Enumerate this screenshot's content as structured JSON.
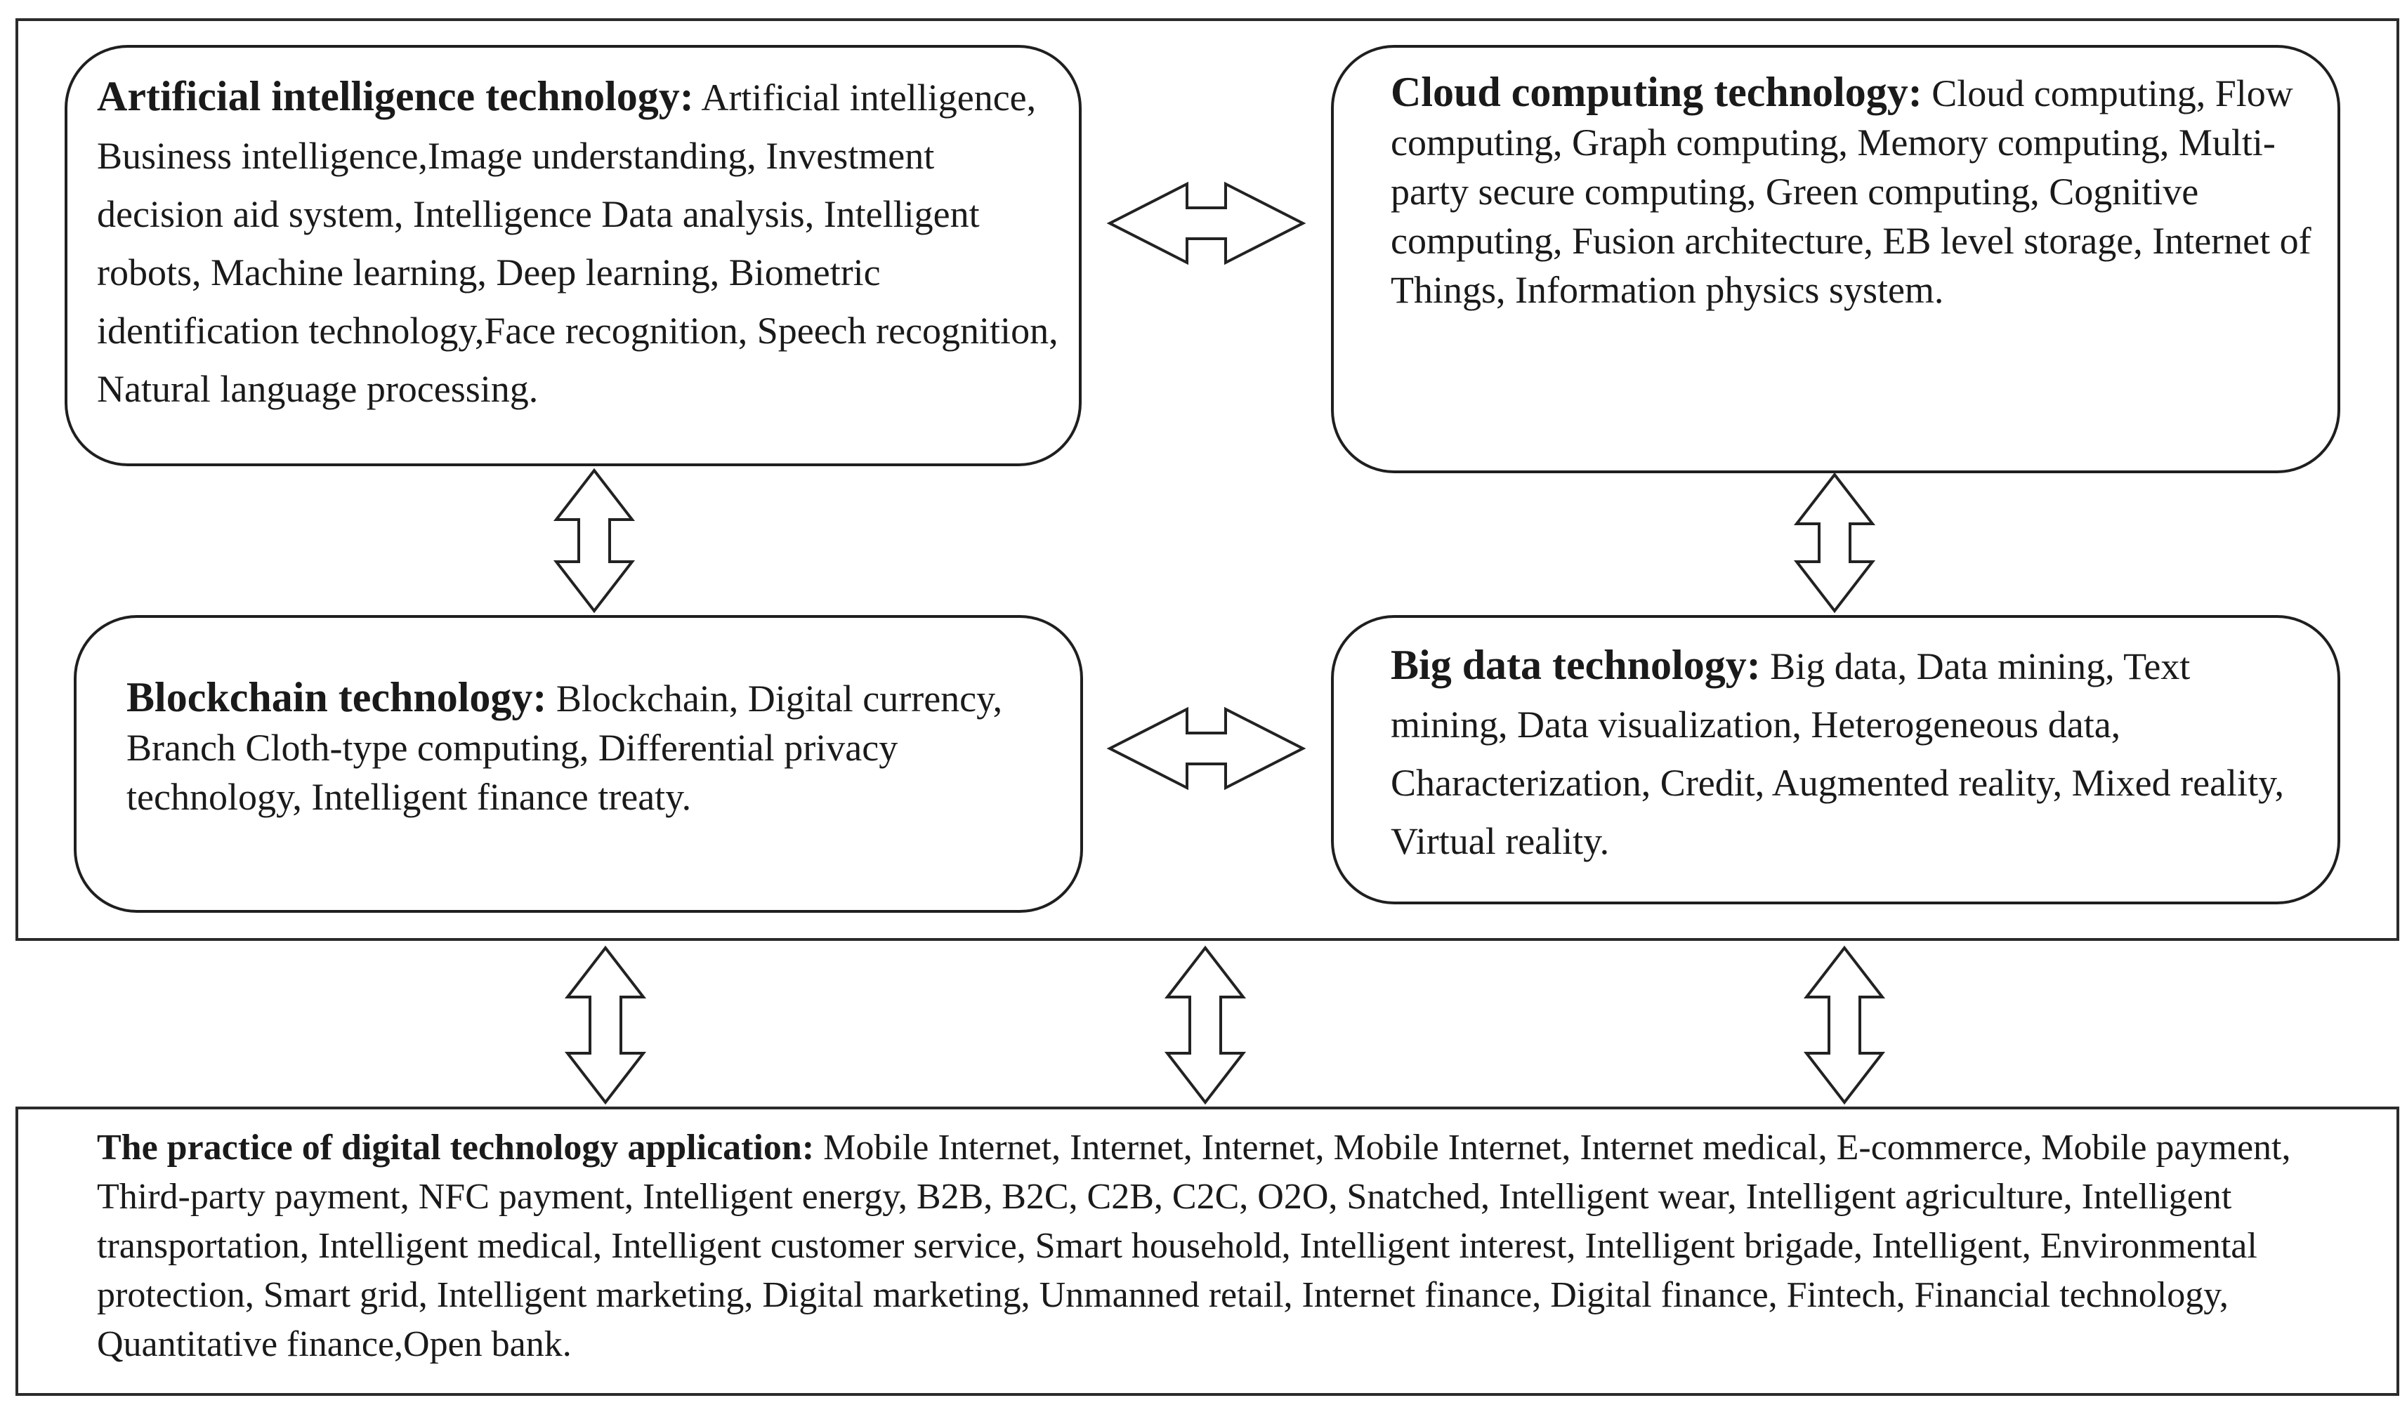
{
  "ai": {
    "title": "Artificial intelligence technology:",
    "body": "Artificial intelligence, Business intelligence,Image understanding, Investment decision aid system, Intelligence Data analysis, Intelligent robots, Machine learning, Deep learning, Biometric identification technology,Face recognition, Speech recognition,  Natural language processing."
  },
  "cloud": {
    "title": "Cloud computing technology:",
    "body": "Cloud computing, Flow computing, Graph computing, Memory computing, Multi-party secure computing, Green computing, Cognitive computing, Fusion architecture, EB level storage, Internet of Things, Information physics system."
  },
  "blockchain": {
    "title": "Blockchain technology:",
    "body": "Blockchain, Digital currency, Branch Cloth-type computing, Differential privacy technology, Intelligent finance treaty."
  },
  "bigdata": {
    "title": "Big data technology:",
    "body": "Big data, Data mining, Text mining, Data visualization, Heterogeneous data, Characterization, Credit, Augmented reality, Mixed reality, Virtual reality."
  },
  "practice": {
    "title": "The practice of digital technology application:",
    "body": "Mobile Internet, Internet, Internet, Mobile Internet, Internet medical, E-commerce, Mobile payment, Third-party payment, NFC payment, Intelligent energy, B2B, B2C, C2B, C2C, O2O, Snatched, Intelligent wear, Intelligent agriculture, Intelligent transportation, Intelligent medical, Intelligent customer service, Smart household, Intelligent interest, Intelligent brigade, Intelligent, Environmental protection, Smart grid, Intelligent marketing, Digital marketing, Unmanned retail, Internet finance, Digital finance, Fintech, Financial technology, Quantitative finance,Open bank."
  }
}
